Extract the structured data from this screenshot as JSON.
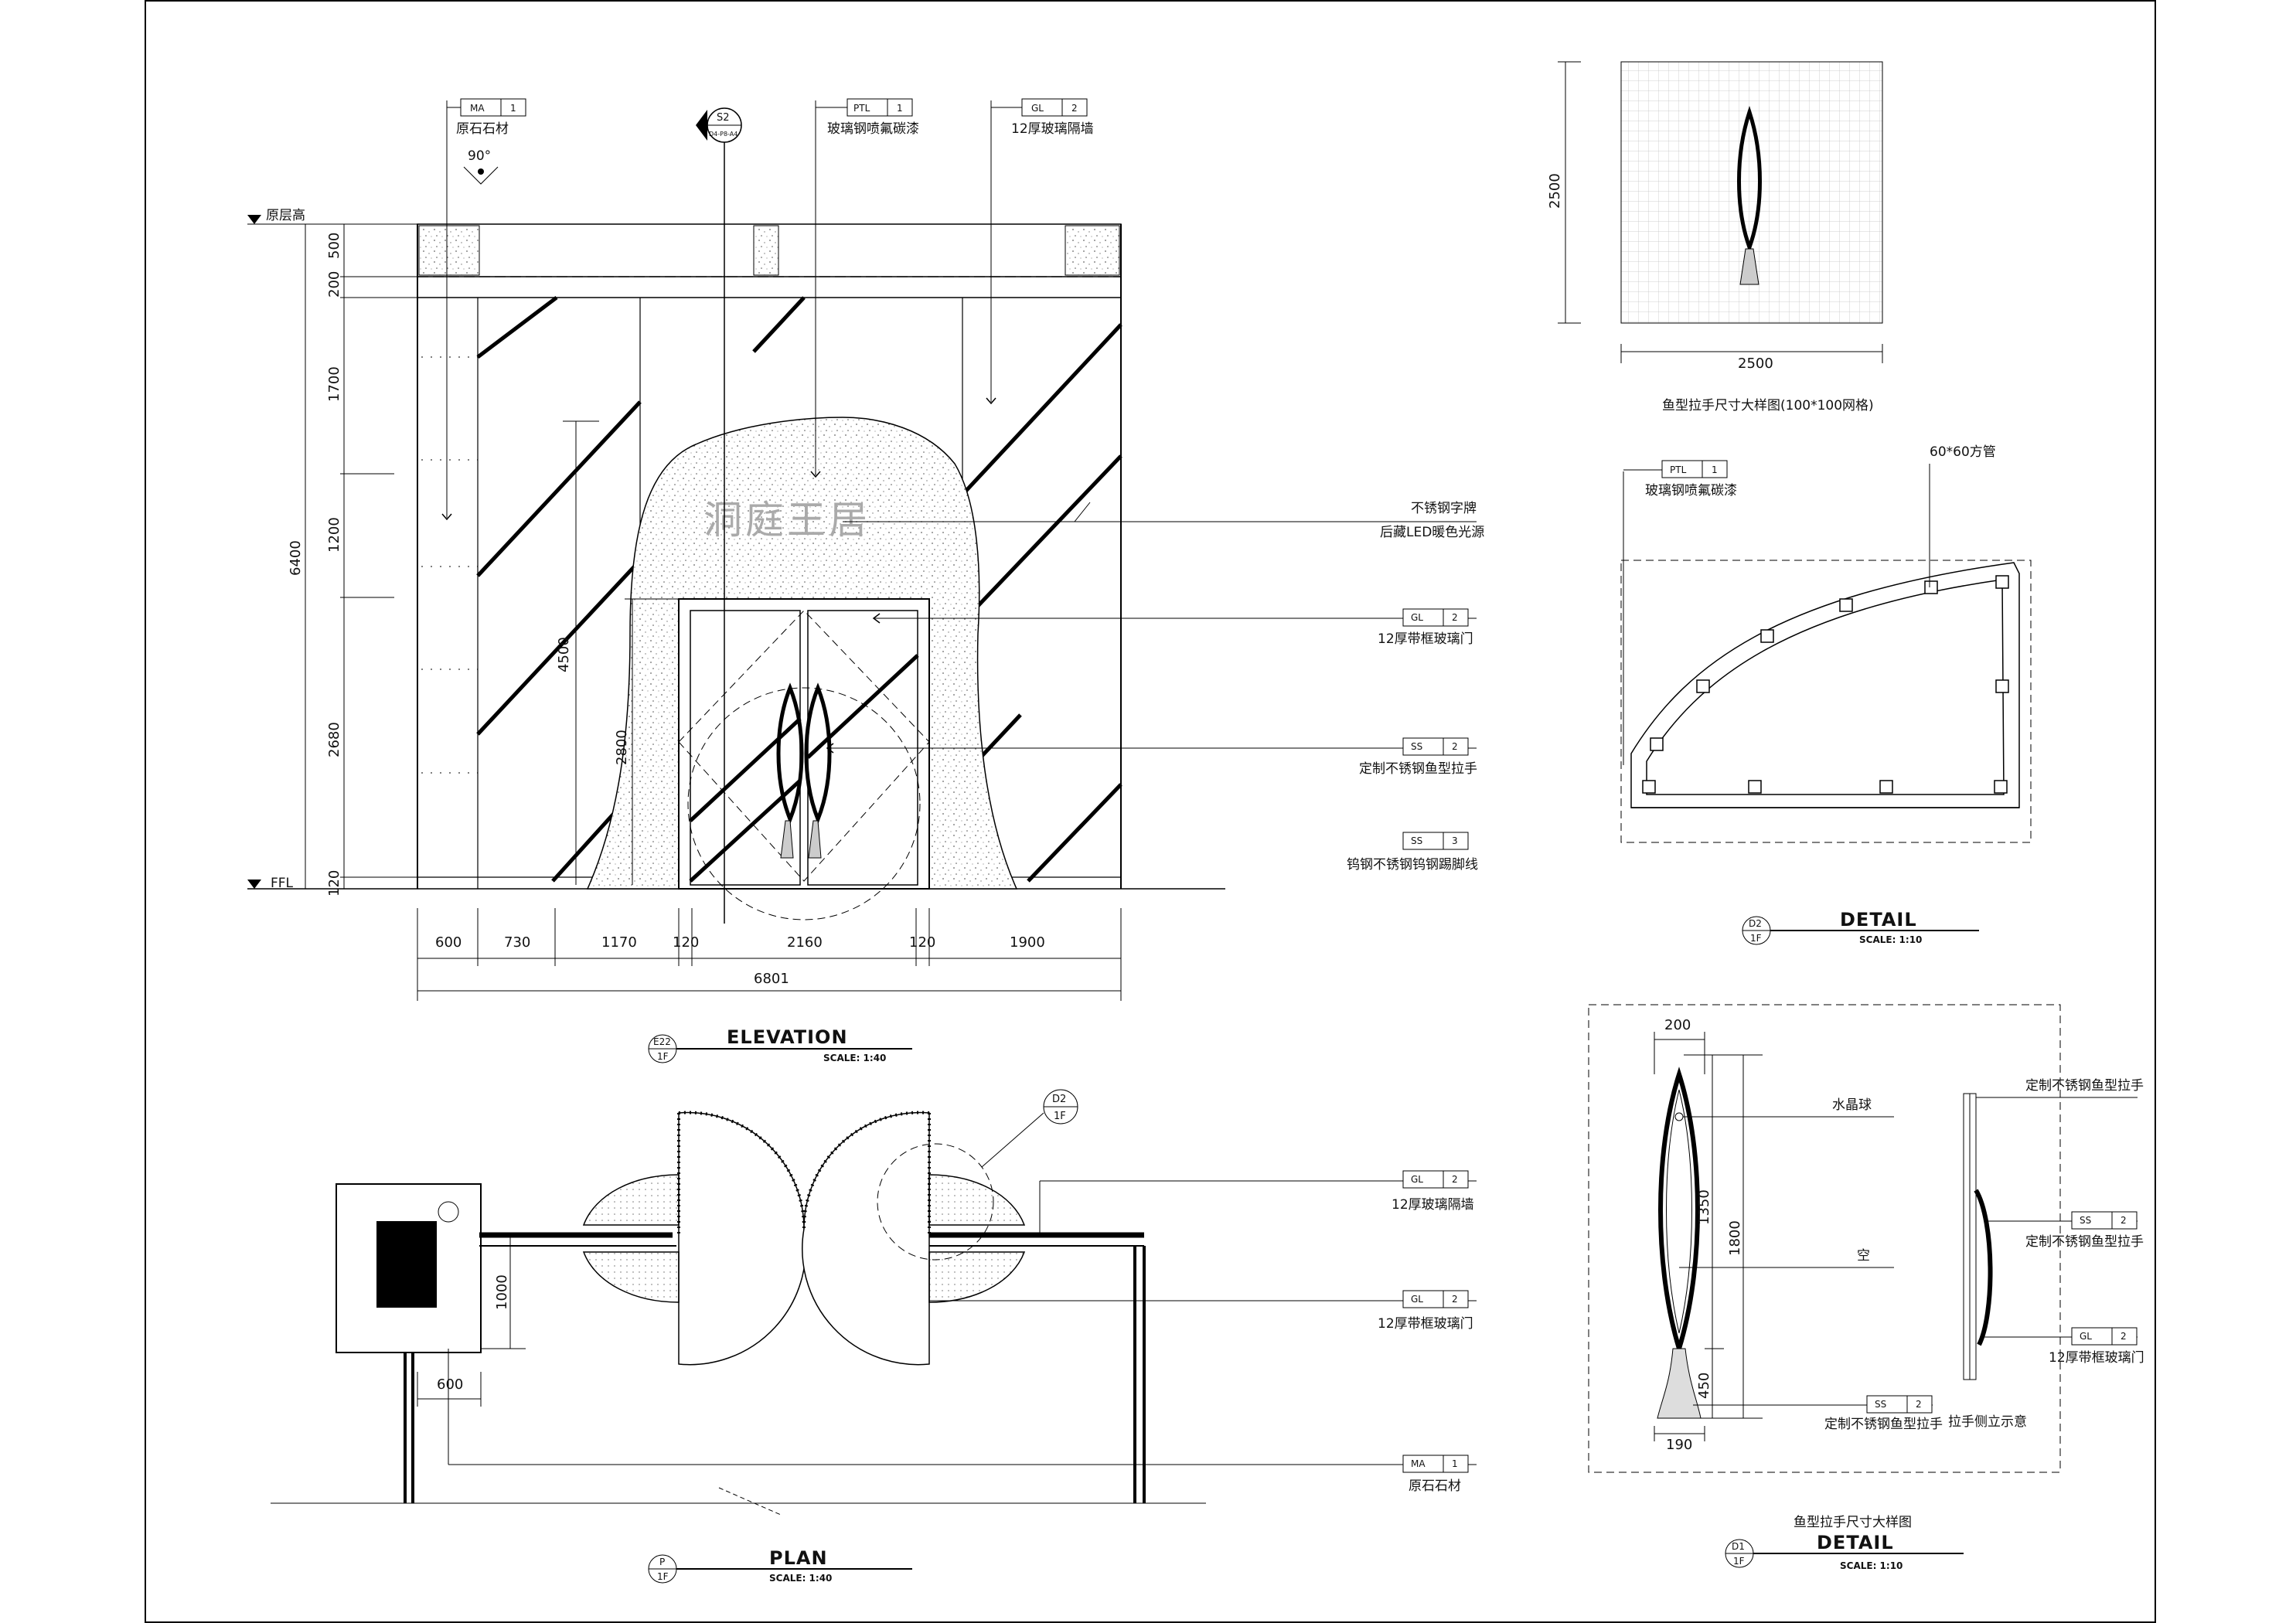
{
  "drawing": {
    "elevation": {
      "title": "ELEVATION",
      "scale": "SCALE:  1:40",
      "code": "E22",
      "floor": "1F",
      "section_mark": {
        "code": "S2",
        "ref": "D4-P8-A4"
      },
      "angle": "90°",
      "levels": {
        "top": "原层高",
        "bottom": "FFL"
      },
      "vertical_dims": [
        "500",
        "200",
        "1700",
        "1200",
        "2680",
        "120"
      ],
      "vertical_total": "6400",
      "door_dims": [
        "4500",
        "2800"
      ],
      "horizontal_dims": [
        "600",
        "730",
        "1170",
        "120",
        "2160",
        "120",
        "1900"
      ],
      "horizontal_total": "6801",
      "callouts": [
        {
          "code": "MA",
          "num": "1",
          "text": "原石石材"
        },
        {
          "code": "PTL",
          "num": "1",
          "text": "玻璃钢喷氟碳漆"
        },
        {
          "code": "GL",
          "num": "2",
          "text": "12厚玻璃隔墙"
        }
      ],
      "notes": [
        {
          "code": "",
          "num": "",
          "lines": [
            "不锈钢字牌",
            "后藏LED暖色光源"
          ]
        },
        {
          "code": "GL",
          "num": "2",
          "lines": [
            "12厚带框玻璃门"
          ]
        },
        {
          "code": "SS",
          "num": "2",
          "lines": [
            "定制不锈钢鱼型拉手"
          ]
        },
        {
          "code": "SS",
          "num": "3",
          "lines": [
            "钨钢不锈钢钨钢踢脚线"
          ]
        }
      ],
      "sign_text": "洞庭王居"
    },
    "plan": {
      "title": "PLAN",
      "scale": "SCALE:  1:40",
      "code": "P",
      "floor": "1F",
      "detail_ref": {
        "code": "D2",
        "floor": "1F"
      },
      "dims": [
        "1000",
        "600"
      ],
      "notes": [
        {
          "code": "GL",
          "num": "2",
          "text": "12厚玻璃隔墙"
        },
        {
          "code": "GL",
          "num": "2",
          "text": "12厚带框玻璃门"
        },
        {
          "code": "MA",
          "num": "1",
          "text": "原石石材"
        }
      ]
    },
    "grid_detail": {
      "dim_v": "2500",
      "dim_h": "2500",
      "caption": "鱼型拉手尺寸大样图(100*100网格)"
    },
    "detail_d2": {
      "title": "DETAIL",
      "scale": "SCALE:  1:10",
      "code": "D2",
      "floor": "1F",
      "callout": {
        "code": "PTL",
        "num": "1",
        "text": "玻璃钢喷氟碳漆"
      },
      "tube": "60*60方管"
    },
    "detail_d1": {
      "title": "DETAIL",
      "scale": "SCALE:  1:10",
      "code": "D1",
      "floor": "1F",
      "caption": "鱼型拉手尺寸大样图",
      "dims": {
        "top": "200",
        "tall": "1350",
        "total": "1800",
        "low": "450",
        "bottom": "190"
      },
      "labels": {
        "ball": "水晶球",
        "hollow": "空",
        "side": "拉手侧立示意"
      },
      "notes": [
        {
          "code": "SS",
          "num": "2",
          "text": "定制不锈钢鱼型拉手"
        },
        {
          "code": "",
          "num": "",
          "text": "定制不锈钢鱼型拉手"
        },
        {
          "code": "SS",
          "num": "2",
          "text": "定制不锈钢鱼型拉手"
        },
        {
          "code": "GL",
          "num": "2",
          "text": "12厚带框玻璃门"
        }
      ]
    }
  }
}
